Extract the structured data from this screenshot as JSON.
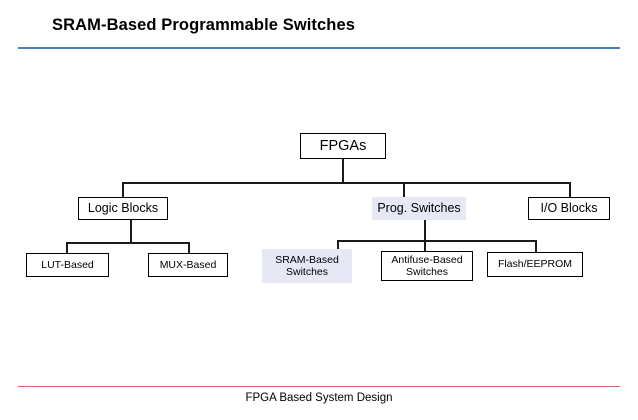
{
  "slide": {
    "title": "SRAM-Based Programmable Switches",
    "footer_text": "FPGA Based System Design",
    "title_rule_color": "#4a7ebc",
    "footer_rule_color": "#d06b63",
    "highlight_fill": "#e6e8f6",
    "background": "#ffffff",
    "outline_color": "#000000"
  },
  "diagram": {
    "type": "tree",
    "nodes": {
      "root": {
        "label": "FPGAs",
        "style": "boxed"
      },
      "logic_blocks": {
        "label": "Logic Blocks",
        "style": "boxed"
      },
      "prog_switches": {
        "label": "Prog. Switches",
        "style": "filled"
      },
      "io_blocks": {
        "label": "I/O Blocks",
        "style": "boxed"
      },
      "lut_based": {
        "label": "LUT-Based",
        "style": "boxed"
      },
      "mux_based": {
        "label": "MUX-Based",
        "style": "boxed"
      },
      "sram_based": {
        "label_line1": "SRAM-Based",
        "label_line2": "Switches",
        "style": "filled"
      },
      "antifuse_based": {
        "label_line1": "Antifuse-Based",
        "label_line2": "Switches",
        "style": "boxed"
      },
      "flash_eeprom": {
        "label": "Flash/EEPROM",
        "style": "boxed"
      }
    }
  }
}
